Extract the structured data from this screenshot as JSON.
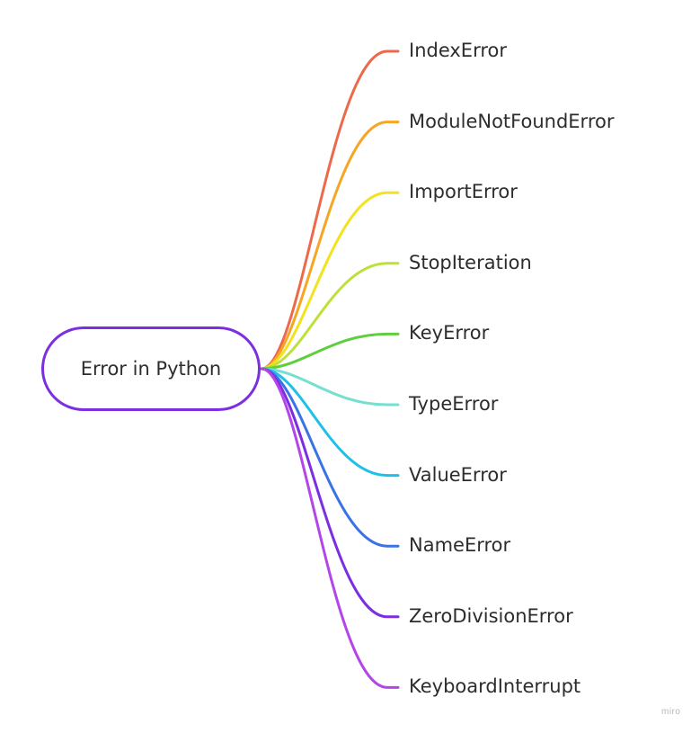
{
  "mindmap": {
    "root": {
      "label": "Error in Python",
      "border_color": "#7b2fe0"
    },
    "children": [
      {
        "label": "IndexError",
        "color": "#ec6a4b"
      },
      {
        "label": "ModuleNotFoundError",
        "color": "#f5a623"
      },
      {
        "label": "ImportError",
        "color": "#f3e21f"
      },
      {
        "label": "StopIteration",
        "color": "#bde03a"
      },
      {
        "label": "KeyError",
        "color": "#5fce3c"
      },
      {
        "label": "TypeError",
        "color": "#76e0d0"
      },
      {
        "label": "ValueError",
        "color": "#1fc0e8"
      },
      {
        "label": "NameError",
        "color": "#3a73e6"
      },
      {
        "label": "ZeroDivisionError",
        "color": "#7b2fe0"
      },
      {
        "label": "KeyboardInterrupt",
        "color": "#b446e8"
      }
    ]
  },
  "watermark": "miro"
}
